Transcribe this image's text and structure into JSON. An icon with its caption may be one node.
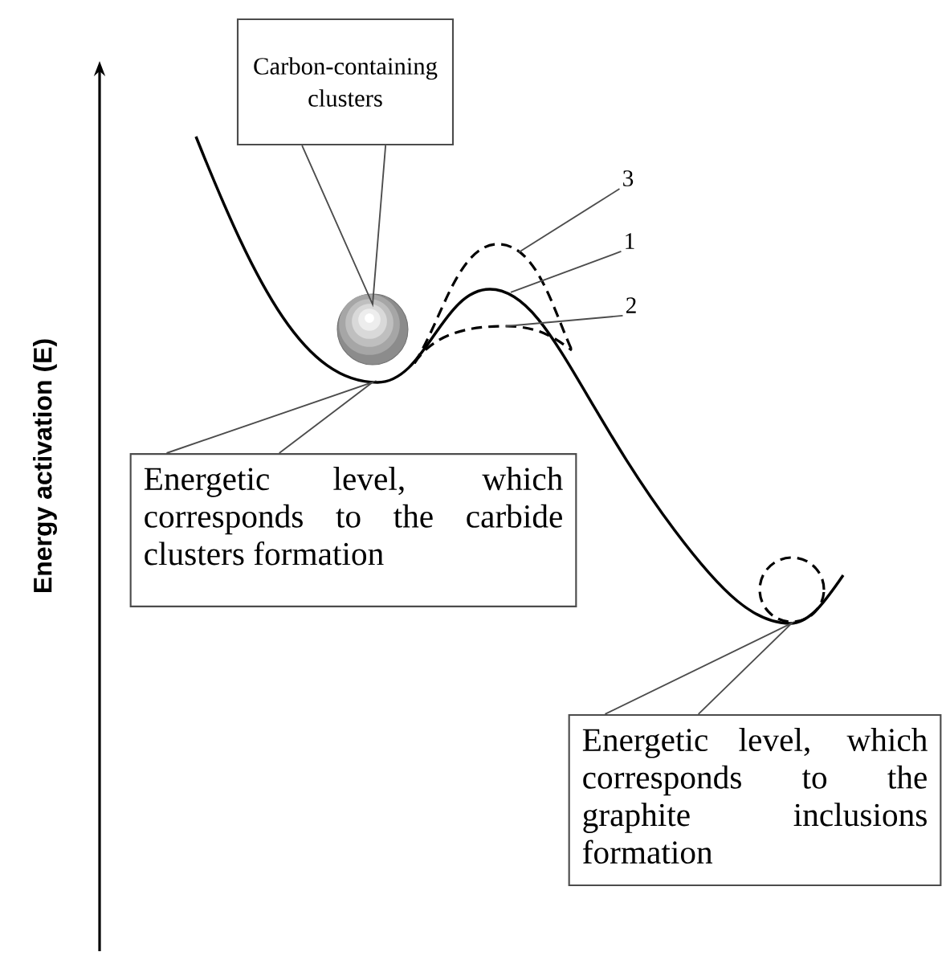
{
  "diagram": {
    "nodes": [
      {
        "text": [
          "Carbon-containing clusters"
        ]
      },
      {
        "text": [],
        "shape": "circle"
      },
      {
        "text": [
          "3"
        ]
      },
      {
        "text": [
          "1"
        ]
      },
      {
        "text": [
          "2"
        ]
      },
      {
        "text": [
          "Energetic level, which corresponds to the carbide clusters formation"
        ]
      },
      {
        "text": [],
        "shape": "circle"
      },
      {
        "text": [
          "Energetic level, which corresponds to the graphite inclusions formation"
        ]
      }
    ],
    "edges": [
      {
        "from": 0,
        "to": 1,
        "arrow": "none"
      },
      {
        "from": 2,
        "to": null,
        "arrow": "none"
      },
      {
        "from": 3,
        "to": null,
        "arrow": "none"
      },
      {
        "from": 4,
        "to": null,
        "arrow": "none"
      },
      {
        "from": 5,
        "to": 1,
        "arrow": "none"
      },
      {
        "from": 7,
        "to": 6,
        "arrow": "none"
      }
    ],
    "labels": [
      "Energy activation (E)"
    ]
  }
}
